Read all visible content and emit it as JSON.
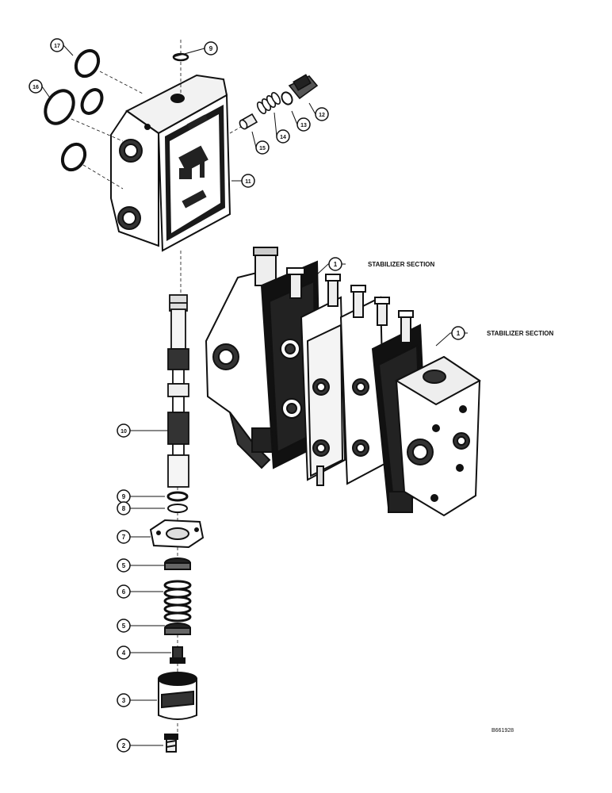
{
  "labels": {
    "stabilizer_1": "STABILIZER SECTION",
    "stabilizer_2": "STABILIZER SECTION",
    "ref_code": "B661928"
  },
  "callouts": [
    "17",
    "16",
    "9",
    "12",
    "13",
    "14",
    "15",
    "11",
    "10",
    "9",
    "8",
    "7",
    "5",
    "6",
    "5",
    "4",
    "3",
    "2",
    "1",
    "1"
  ]
}
